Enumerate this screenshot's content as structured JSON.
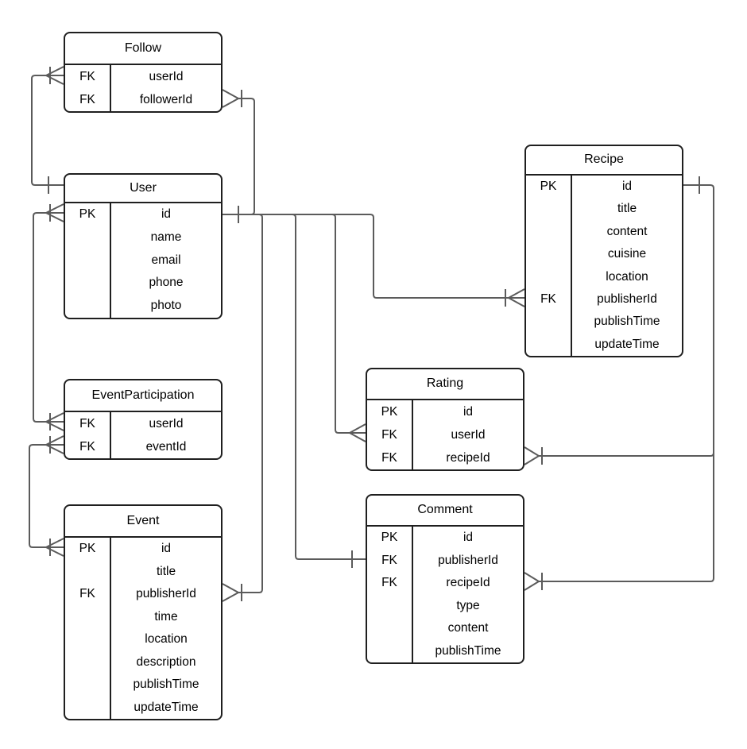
{
  "diagram": {
    "type": "entity-relationship",
    "notation": "crow-foot",
    "colors": {
      "background": "#ffffff",
      "entity_border": "#1f1f1f",
      "entity_fill": "#ffffff",
      "connector": "#5b5b5b",
      "text": "#000000"
    },
    "entities": [
      {
        "name": "Follow",
        "attributes": [
          {
            "key": "FK",
            "name": "userId"
          },
          {
            "key": "FK",
            "name": "followerId"
          }
        ]
      },
      {
        "name": "User",
        "attributes": [
          {
            "key": "PK",
            "name": "id"
          },
          {
            "key": "",
            "name": "name"
          },
          {
            "key": "",
            "name": "email"
          },
          {
            "key": "",
            "name": "phone"
          },
          {
            "key": "",
            "name": "photo"
          }
        ]
      },
      {
        "name": "EventParticipation",
        "attributes": [
          {
            "key": "FK",
            "name": "userId"
          },
          {
            "key": "FK",
            "name": "eventId"
          }
        ]
      },
      {
        "name": "Event",
        "attributes": [
          {
            "key": "PK",
            "name": "id"
          },
          {
            "key": "",
            "name": "title"
          },
          {
            "key": "FK",
            "name": "publisherId"
          },
          {
            "key": "",
            "name": "time"
          },
          {
            "key": "",
            "name": "location"
          },
          {
            "key": "",
            "name": "description"
          },
          {
            "key": "",
            "name": "publishTime"
          },
          {
            "key": "",
            "name": "updateTime"
          }
        ]
      },
      {
        "name": "Recipe",
        "attributes": [
          {
            "key": "PK",
            "name": "id"
          },
          {
            "key": "",
            "name": "title"
          },
          {
            "key": "",
            "name": "content"
          },
          {
            "key": "",
            "name": "cuisine"
          },
          {
            "key": "",
            "name": "location"
          },
          {
            "key": "FK",
            "name": "publisherId"
          },
          {
            "key": "",
            "name": "publishTime"
          },
          {
            "key": "",
            "name": "updateTime"
          }
        ]
      },
      {
        "name": "Rating",
        "attributes": [
          {
            "key": "PK",
            "name": "id"
          },
          {
            "key": "FK",
            "name": "userId"
          },
          {
            "key": "FK",
            "name": "recipeId"
          }
        ]
      },
      {
        "name": "Comment",
        "attributes": [
          {
            "key": "PK",
            "name": "id"
          },
          {
            "key": "FK",
            "name": "publisherId"
          },
          {
            "key": "FK",
            "name": "recipeId"
          },
          {
            "key": "",
            "name": "type"
          },
          {
            "key": "",
            "name": "content"
          },
          {
            "key": "",
            "name": "publishTime"
          }
        ]
      }
    ],
    "relationships": [
      {
        "from": "Follow.userId",
        "to": "User",
        "from_symbol": "many-one",
        "to_symbol": "one"
      },
      {
        "from": "Follow.followerId",
        "to": "User.id",
        "from_symbol": "many-one",
        "to_symbol": "one"
      },
      {
        "from": "User.id",
        "to": "EventParticipation.userId",
        "from_symbol": "many-one",
        "to_symbol": "many-one"
      },
      {
        "from": "EventParticipation.eventId",
        "to": "Event.id",
        "from_symbol": "many-one",
        "to_symbol": "many-one"
      },
      {
        "from": "User.id",
        "to": "Event.publisherId",
        "from_symbol": "one",
        "to_symbol": "many-one"
      },
      {
        "from": "User.id",
        "to": "Comment.publisherId",
        "from_symbol": "one",
        "to_symbol": "one"
      },
      {
        "from": "User.id",
        "to": "Rating.userId",
        "from_symbol": "one",
        "to_symbol": "many"
      },
      {
        "from": "User.id",
        "to": "Recipe.publisherId",
        "from_symbol": "one",
        "to_symbol": "many-one"
      },
      {
        "from": "Recipe.id",
        "to": "Rating.recipeId",
        "from_symbol": "one",
        "to_symbol": "many-one"
      },
      {
        "from": "Recipe.id",
        "to": "Comment.recipeId",
        "from_symbol": "one",
        "to_symbol": "many-one"
      }
    ]
  }
}
